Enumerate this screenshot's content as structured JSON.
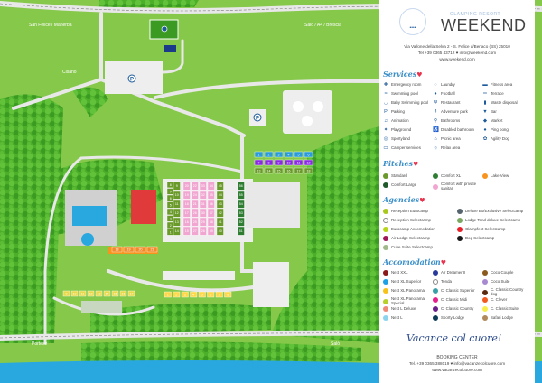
{
  "map": {
    "roads": {
      "top_left": "San Felice / Manerba",
      "top_right": "Salò / A4 / Brescia",
      "cisano": "Cisano",
      "bottom_left": "Portese",
      "bottom_right": "Salò"
    },
    "parking_label": "P",
    "pitch_blocks": [
      {
        "color": "#6a9a2a",
        "labels": [
          "8",
          "7",
          "6",
          "5",
          "4",
          "3",
          "2",
          "1"
        ]
      },
      {
        "color": "#6a9a2a",
        "labels": [
          "9",
          "10",
          "11",
          "12",
          "13",
          "14"
        ]
      },
      {
        "color": "#f0a6d0",
        "labels": [
          "20",
          "19",
          "18",
          "17",
          "16",
          "15"
        ]
      },
      {
        "color": "#f0a6d0",
        "labels": [
          "22",
          "24",
          "21",
          "26",
          "25",
          "27"
        ]
      },
      {
        "color": "#f0a6d0",
        "labels": [
          "33",
          "32",
          "31",
          "30",
          "29",
          "28"
        ]
      },
      {
        "color": "#f0a6d0",
        "labels": [
          "34",
          "35",
          "36",
          "37",
          "38",
          "39"
        ]
      },
      {
        "color": "#6a9a2a",
        "labels": [
          "45",
          "44",
          "43",
          "42",
          "41",
          "40"
        ]
      },
      {
        "color": "#2e7d32",
        "labels": [
          "56",
          "55",
          "54",
          "53",
          "52",
          "51"
        ]
      }
    ],
    "rows": [
      {
        "color": "#2a9ad8",
        "labels": [
          "1",
          "2",
          "3",
          "4",
          "5",
          "6"
        ]
      },
      {
        "color": "#8a2be2",
        "labels": [
          "7",
          "8",
          "9",
          "10",
          "11",
          "12"
        ]
      },
      {
        "color": "#6a9a2a",
        "labels": [
          "13",
          "14",
          "15",
          "16",
          "17",
          "18"
        ]
      },
      {
        "color": "#e8d94a",
        "labels": [
          "9",
          "10",
          "11",
          "12",
          "13",
          "14",
          "15",
          "16",
          "17"
        ]
      },
      {
        "color": "#f08a2a",
        "labels": [
          "18",
          "19",
          "20",
          "21"
        ]
      },
      {
        "color": "#ffd84a",
        "labels": [
          "1",
          "2",
          "3",
          "4",
          "5",
          "6",
          "7",
          "8"
        ]
      }
    ]
  },
  "brand": {
    "tagline": "GLAMPING RESORT",
    "name": "WEEKEND",
    "address": "Via Vallone della Selva 2 - S. Felice d/Benaco (BS) 25010",
    "contact": "Tel +39 0365 43712 ♥ info@weekend.com",
    "web": "www.weekend.com"
  },
  "services": {
    "title": "Services",
    "items": [
      {
        "label": "Emergency room",
        "icon": "cross-icon"
      },
      {
        "label": "Swimming pool",
        "icon": "swimmer-icon"
      },
      {
        "label": "Baby Swimming pool",
        "icon": "baby-pool-icon"
      },
      {
        "label": "Parking",
        "icon": "parking-icon"
      },
      {
        "label": "Animation",
        "icon": "music-icon"
      },
      {
        "label": "Playground",
        "icon": "playground-icon"
      },
      {
        "label": "Sportyland",
        "icon": "sport-icon"
      },
      {
        "label": "Camper services",
        "icon": "camper-icon"
      },
      {
        "label": "Laundry",
        "icon": "laundry-icon"
      },
      {
        "label": "Football",
        "icon": "football-icon"
      },
      {
        "label": "Restaurant",
        "icon": "restaurant-icon"
      },
      {
        "label": "Adventure park",
        "icon": "adventure-icon"
      },
      {
        "label": "Bathrooms",
        "icon": "bathroom-icon"
      },
      {
        "label": "Disabled bathroom",
        "icon": "wheelchair-icon"
      },
      {
        "label": "Picnic area",
        "icon": "picnic-icon"
      },
      {
        "label": "Relax area",
        "icon": "relax-icon"
      },
      {
        "label": "Fitness area",
        "icon": "fitness-icon"
      },
      {
        "label": "Terrace",
        "icon": "terrace-icon"
      },
      {
        "label": "Waste disposal",
        "icon": "trash-icon"
      },
      {
        "label": "Bar",
        "icon": "bar-icon"
      },
      {
        "label": "Market",
        "icon": "market-icon"
      },
      {
        "label": "Ping pong",
        "icon": "pingpong-icon"
      },
      {
        "label": "Agility Dog",
        "icon": "dog-icon"
      }
    ]
  },
  "pitches": {
    "title": "Pitches",
    "items": [
      {
        "label": "Standard",
        "color": "#6a9a2a"
      },
      {
        "label": "Comfort Large",
        "color": "#1f5a2a"
      },
      {
        "label": "Comfort XL",
        "color": "#2e7d32"
      },
      {
        "label": "Comfort with private sanitar",
        "color": "#f0a6d0"
      },
      {
        "label": "Lake View",
        "color": "#f7941d"
      }
    ]
  },
  "agencies": {
    "title": "Agencies",
    "items": [
      {
        "label": "Reception Eurocamp",
        "color": "#a8c81e"
      },
      {
        "label": "Reception Selectcamp",
        "color": "#ffffff"
      },
      {
        "label": "Eurocamp Accomodation",
        "color": "#b7d51a"
      },
      {
        "label": "Air Lodge Selectcamp",
        "color": "#a0155a"
      },
      {
        "label": "Cube Suite Selectcamp",
        "color": "#9fb98a"
      },
      {
        "label": "Deluxe Bo/Exclusive Selectcamp",
        "color": "#56646e"
      },
      {
        "label": "Lodge Tend deluxe Selectcamp",
        "color": "#7aa860"
      },
      {
        "label": "Glampfent Selectcamp",
        "color": "#e8202a"
      },
      {
        "label": "Dog Selectcamp",
        "color": "#1a1a1a"
      }
    ]
  },
  "accommodation": {
    "title": "Accomodation",
    "items": [
      {
        "label": "Next XXL",
        "color": "#8b1a1a"
      },
      {
        "label": "Next XL Superior",
        "color": "#1ea0e6"
      },
      {
        "label": "Next XL Panorama",
        "color": "#f7c21a"
      },
      {
        "label": "Next XL Panorama Special",
        "color": "#b8d02a"
      },
      {
        "label": "Next L Deluxe",
        "color": "#f08a78"
      },
      {
        "label": "Next L",
        "color": "#8cd4ee"
      },
      {
        "label": "Air Dreamer II",
        "color": "#2a3a9a"
      },
      {
        "label": "Tenda",
        "color": "#ffffff"
      },
      {
        "label": "C. Classic Superior",
        "color": "#3aa0a8"
      },
      {
        "label": "C. Classic Midi",
        "color": "#e81e8c"
      },
      {
        "label": "C. Classic Country",
        "color": "#6a1e8c"
      },
      {
        "label": "Sporty Lodge",
        "color": "#0e3a5a"
      },
      {
        "label": "Coco Couple",
        "color": "#8a5a1e"
      },
      {
        "label": "Coco Suite",
        "color": "#a88ad0"
      },
      {
        "label": "C. Classic Country dog",
        "color": "#5a2a0e"
      },
      {
        "label": "C. Clever",
        "color": "#f05a1e"
      },
      {
        "label": "C. Classic Suite",
        "color": "#f7ee4a"
      },
      {
        "label": "Safari Lodge",
        "color": "#b08a5a"
      }
    ]
  },
  "footer": {
    "slogan": "Vacance col cuore!",
    "booking": "BOOKING CENTER",
    "contact": "Tel. +39 0365 388019 ♥ info@vacanzecolcuore.com",
    "web": "www.vacanzecolcuore.com"
  }
}
